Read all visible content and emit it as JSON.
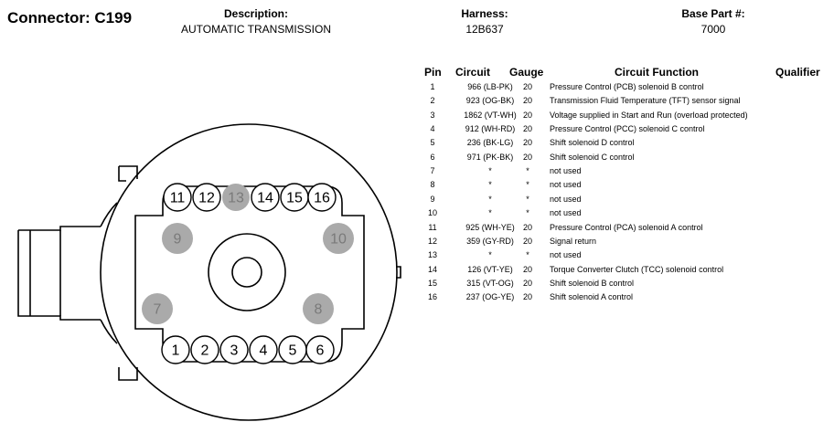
{
  "connector_title": "Connector: C199",
  "header": {
    "description_label": "Description:",
    "description_value": "AUTOMATIC TRANSMISSION",
    "harness_label": "Harness:",
    "harness_value": "12B637",
    "base_part_label": "Base Part #:",
    "base_part_value": "7000"
  },
  "table": {
    "headers": {
      "pin": "Pin",
      "circuit": "Circuit",
      "gauge": "Gauge",
      "function": "Circuit Function",
      "qualifier": "Qualifier"
    },
    "rows": [
      {
        "pin": "1",
        "circuit": "966 (LB-PK)",
        "gauge": "20",
        "function": "Pressure Control (PCB) solenoid B control"
      },
      {
        "pin": "2",
        "circuit": "923 (OG-BK)",
        "gauge": "20",
        "function": "Transmission Fluid Temperature (TFT) sensor signal"
      },
      {
        "pin": "3",
        "circuit": "1862 (VT-WH)",
        "gauge": "20",
        "function": "Voltage supplied in Start and Run (overload protected)"
      },
      {
        "pin": "4",
        "circuit": "912 (WH-RD)",
        "gauge": "20",
        "function": "Pressure Control (PCC) solenoid C control"
      },
      {
        "pin": "5",
        "circuit": "236 (BK-LG)",
        "gauge": "20",
        "function": "Shift solenoid D control"
      },
      {
        "pin": "6",
        "circuit": "971 (PK-BK)",
        "gauge": "20",
        "function": "Shift solenoid C control"
      },
      {
        "pin": "7",
        "circuit": "*",
        "gauge": "*",
        "function": "not used"
      },
      {
        "pin": "8",
        "circuit": "*",
        "gauge": "*",
        "function": "not used"
      },
      {
        "pin": "9",
        "circuit": "*",
        "gauge": "*",
        "function": "not used"
      },
      {
        "pin": "10",
        "circuit": "*",
        "gauge": "*",
        "function": "not used"
      },
      {
        "pin": "11",
        "circuit": "925 (WH-YE)",
        "gauge": "20",
        "function": "Pressure Control (PCA) solenoid A control"
      },
      {
        "pin": "12",
        "circuit": "359 (GY-RD)",
        "gauge": "20",
        "function": "Signal return"
      },
      {
        "pin": "13",
        "circuit": "*",
        "gauge": "*",
        "function": "not used"
      },
      {
        "pin": "14",
        "circuit": "126 (VT-YE)",
        "gauge": "20",
        "function": "Torque Converter Clutch (TCC) solenoid control"
      },
      {
        "pin": "15",
        "circuit": "315 (VT-OG)",
        "gauge": "20",
        "function": "Shift solenoid B control"
      },
      {
        "pin": "16",
        "circuit": "237 (OG-YE)",
        "gauge": "20",
        "function": "Shift solenoid A control"
      }
    ]
  },
  "diagram": {
    "top_row_pins": [
      "11",
      "12",
      "13",
      "14",
      "15",
      "16"
    ],
    "bottom_row_pins": [
      "1",
      "2",
      "3",
      "4",
      "5",
      "6"
    ],
    "unused_pins": [
      "7",
      "8",
      "9",
      "10",
      "13"
    ],
    "side_pins": [
      "9",
      "10",
      "7",
      "8"
    ],
    "colors": {
      "unused_fill": "#aaaaaa",
      "unused_text": "#7a7a7a",
      "line": "#000000"
    }
  }
}
